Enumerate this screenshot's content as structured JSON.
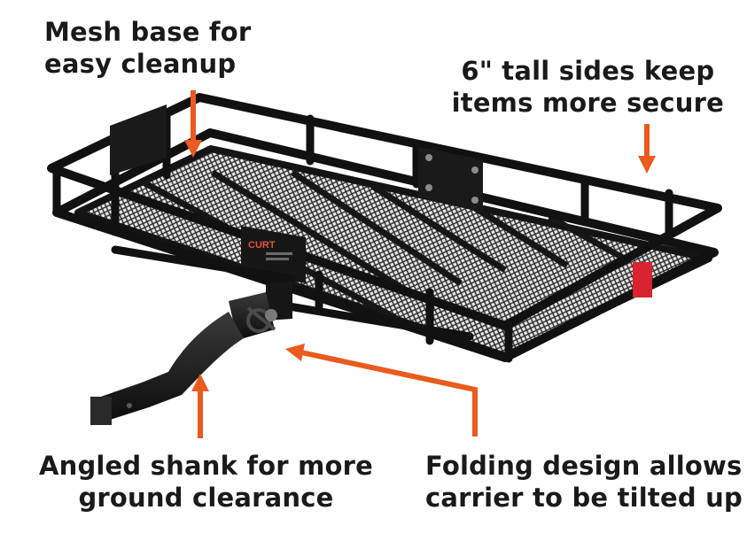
{
  "colors": {
    "arrow": "#ea5b1f",
    "frame": "#1b1b1b",
    "mesh": "#3a3a3a",
    "reflector": "#d8242f",
    "text": "#1a1a1a"
  },
  "callouts": {
    "mesh_base": {
      "line1": "Mesh base for",
      "line2": "easy cleanup"
    },
    "tall_sides": {
      "line1": "6\" tall sides keep",
      "line2": "items more secure"
    },
    "angled_shank": {
      "line1": "Angled shank for more",
      "line2": "ground clearance"
    },
    "folding_design": {
      "line1": "Folding design allows",
      "line2": "carrier to be tilted up"
    }
  },
  "product": {
    "brand_label": "CURT"
  }
}
